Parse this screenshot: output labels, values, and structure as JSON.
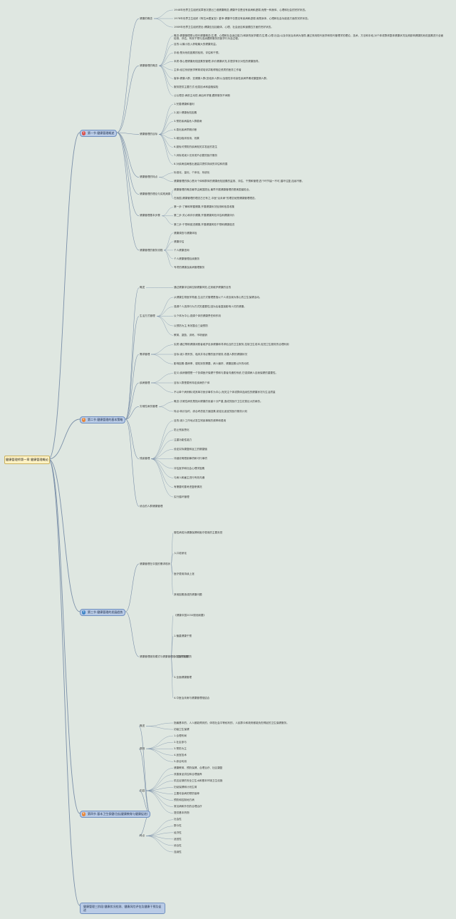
{
  "root": "健康管理师第一章 健康管理概论",
  "colors": {
    "background": "#dfe7e1",
    "line": "#7a8fa8",
    "chapter_fill": "#b9cbe6",
    "root_fill": "#fff3c4",
    "badge_red": "#d9534f",
    "badge_orange": "#e8873a",
    "badge_blue": "#3f86c8"
  },
  "chapters": [
    {
      "id": "c1",
      "badge": "1",
      "label": "第一节 健康管理概述",
      "branches": [
        {
          "label": "健康的概念",
          "items": [
            "1948年世界卫生组织宪章首次提出三维健康概念,健康不仅是没有疾病和虚弱,而是一种身体、心理和社会的完好状态。",
            "1978年世界卫生组织《阿拉木图宣言》重申:健康不仅是没有疾病和虚弱,而是身体、心理和社会功能各方面的完好状态。",
            "1989年世界卫生组织提出:健康应包括躯体、心理、社会适应和道德四方面的完好状态。"
          ]
        },
        {
          "label": "健康管理的概念",
          "items": [
            "概念:健康管理是以现代健康概念(生理、心理和社会适应能力)和新的医学模式(生理-心理-社会)以及中医治未病为指导,通过采用现代医学和现代管理学的理论、技术、方法和手段,对个体或群体整体健康状况及其影响健康的危险因素进行全面检测、评估、有效干预与连续跟踪服务的医学行为及过程。",
            "目的:以最小投入获取最大的健康效益。",
            "手段:是对危险因素的检测、评估和干预。",
            "本质:核心是健康危险因素的管理,评价健康状况,并提供有针对性的健康指导。",
            "主体:经过系统医学教育或培训并取得相应资质的医务工作者",
            "客体:健康人群、亚健康人群(亚临床人群)以及慢性非传染性疾病早期或康复期人群。",
            "服务提供主要方式:信息技术和金融保险",
            "公认理念:病前主动防,病后科学管,跟踪服务不间断"
          ]
        },
        {
          "label": "健康管理的目标",
          "items": [
            "1.完善健康和福利",
            "2.减少健康危险因素",
            "3.预防疾病高危人群患病",
            "4.易化疾病早期诊断",
            "5.增加临床效用、效果",
            "6.避免可预防的疾病相关并发症的发生",
            "7.消除或减少无效或不必要的医疗服务",
            "8.对疾病结局做出度量并提供持续的评估和改善"
          ]
        },
        {
          "label": "健康管理的特点",
          "items": [
            "标准化、量化、个体化、系统化",
            "健康管理的核心是对个体和群体的健康危险因素的监测、评估、干预和管理,四个环节缺一不可,循环往复,连续不断。"
          ]
        },
        {
          "label": "健康管理的理论与实践渊源",
          "items": [
            "健康管理的概念最早由美国提出,最早开展健康管理的是美国保险业。",
            "在我国,健康管理的理念古已有之,中医\"治未病\"的理念就是健康管理理念。"
          ]
        },
        {
          "label": "健康管理基本步骤",
          "items": [
            "第一步:了解和掌握健康,开展健康状况检测和信息收集",
            "第二步:关心和评价健康,开展健康风险评估和健康评价",
            "第三步:干预和促进健康,开展健康风险干预和健康促进"
          ]
        },
        {
          "label": "健康管理的服务流程",
          "items": [
            "健康调查与健康体检",
            "健康评估",
            "个人健康咨询",
            "个人健康管理后续服务",
            "专项的健康及疾病管理服务"
          ]
        }
      ]
    },
    {
      "id": "c2",
      "badge": "2",
      "label": "第二节 健康管理的基本策略",
      "branches": [
        {
          "label": "概述",
          "items": [
            "通过健康评估和控制健康风险,达到维护健康的目的"
          ]
        },
        {
          "label": "生活方式管理",
          "items": [
            "从健康生物医学角度,生活方式管理是指以个人或自我为核心的卫生保健活动。",
            "强调个人选择行为方式的重要性,因为后者直接影响人们的健康。",
            "以个体为中心,强调个体的健康责任和作用",
            "以预防为主,有效整合三级预防",
            "教育、激励、训练、市场营销"
          ]
        },
        {
          "label": "需求管理",
          "items": [
            "实质:通过帮助健康消费者维护自身健康和寻求恰当的卫生服务,控制卫生成本,促进卫生服务的合理利用",
            "目标:减少昂贵的、临床并非必需的医疗服务,改善人群的健康状况",
            "影响因素:患病率、感知到的需要、病人偏好、健康因素以外的动机"
          ]
        },
        {
          "label": "疾病管理",
          "items": [
            "定义:疾病管理是一个协调医疗保健干预和与患者沟通的系统,它强调病人自我保健的重要性。",
            "目标人群是患有特定疾病的个体",
            "不以单个病例和/或其单次就诊事件为中心,而关注个体或群体连续性的健康状况与生活质量"
          ]
        },
        {
          "label": "灾难性病伤管理",
          "items": [
            "概念:灾难性病伤是指对健康的危害十分严重,造成的医疗卫生花费巨大的病伤。",
            "特点:转诊及时、综合考虑各方面因素,制定出适宜的医疗服务计划"
          ]
        },
        {
          "label": "残疾管理",
          "items": [
            "目的:减少工作地点发生残疾事故的频率和费用",
            "防止残疾恶化",
            "注重功能性能力",
            "设定实际康复和返工的期望值",
            "详细说明限制事项和可行事项",
            "评估医学和社会心理学因素",
            "与病人和雇主进行有效沟通",
            "有需要时要考虑复职情况",
            "实行循环管理"
          ]
        },
        {
          "label": "综合的人群健康管理",
          "items": []
        }
      ]
    },
    {
      "id": "c3",
      "badge": "3",
      "label": "第三节 健康管理的发展趋势",
      "branches": [
        {
          "label": "健康管理在中国的需求现状",
          "items": [
            "慢性病成为健康保健和医疗费用的主要负担",
            "人口老龄化",
            "医疗费用持续上涨",
            "其他因素造成的健康问题"
          ]
        },
        {
          "label": "健康管理服务模式与健康管理在中国的发展",
          "items": [
            "《健康中国2030规划纲要》",
            "1.偏重健康干预",
            "2.坚持早期预防",
            "3.全面健康管理",
            "4.中医治未病与健康管理相结合"
          ]
        }
      ]
    },
    {
      "id": "c4",
      "badge": "4",
      "label": "第四节 基本卫生保健(包括健康教育与健康促进)",
      "branches": [
        {
          "label": "概述",
          "items": [
            "指最基本的、人人都能得到的、体现社会平等权利的、人民群众和政府都能负担得起的卫生保健服务。",
            "初级卫生保健"
          ]
        },
        {
          "label": "原则",
          "items": [
            "1.合理布局",
            "2.社区参与",
            "3.预防为主",
            "4.适宜技术",
            "5.综合利用"
          ]
        },
        {
          "label": "内容",
          "items": [
            "健康教育、预防保健、合理治疗、社区康复",
            "改善食品供应和合理营养",
            "供应足够的安全卫生水和基本环境卫生设施",
            "妇幼保健和计划生育",
            "主要传染病的预防接种",
            "预防和控制地方病",
            "常见病和外伤的合理治疗",
            "提供基本药物"
          ]
        },
        {
          "label": "特点",
          "items": [
            "社会性",
            "群众性",
            "经济性",
            "适宜性",
            "综合性",
            "连续性"
          ]
        }
      ]
    },
    {
      "id": "c5",
      "badge": "",
      "label": "健康管理三阶段:健康状况检测、健康风险评估及健康干预及促进",
      "branches": []
    }
  ]
}
